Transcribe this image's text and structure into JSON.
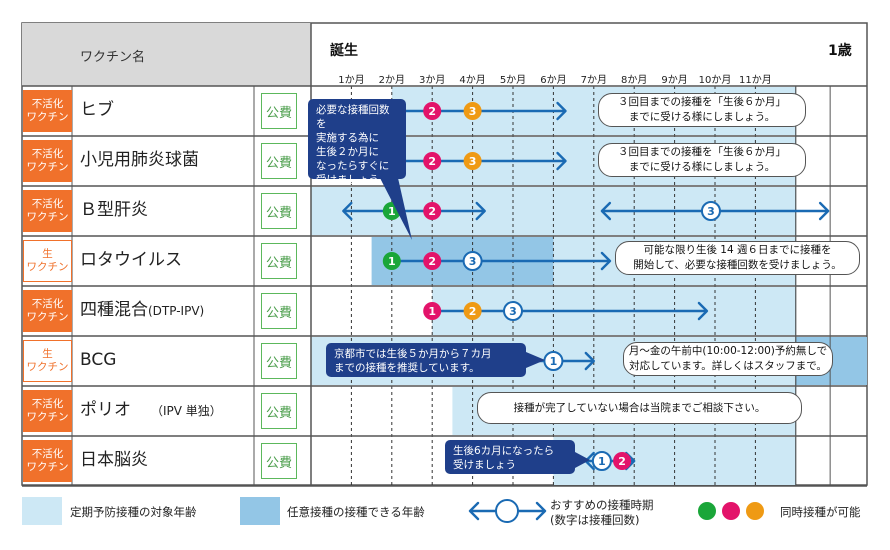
{
  "header": {
    "vaccine_col": "ワクチン名",
    "birth": "誕生",
    "one_year": "1歳",
    "months": [
      "1か月",
      "2か月",
      "3か月",
      "4か月",
      "5か月",
      "6か月",
      "7か月",
      "8か月",
      "9か月",
      "10か月",
      "11か月"
    ]
  },
  "rows": [
    {
      "type": "不活化\nワクチン",
      "name": "ヒブ",
      "sub": "",
      "pub": "公費"
    },
    {
      "type": "不活化\nワクチン",
      "name": "小児用肺炎球菌",
      "sub": "",
      "pub": "公費"
    },
    {
      "type": "不活化\nワクチン",
      "name": "Ｂ型肝炎",
      "sub": "",
      "pub": "公費"
    },
    {
      "type": "生\nワクチン",
      "name": "ロタウイルス",
      "sub": "",
      "pub": "公費"
    },
    {
      "type": "不活化\nワクチン",
      "name": "四種混合",
      "sub": "(DTP-IPV)",
      "pub": "公費"
    },
    {
      "type": "生\nワクチン",
      "name": "BCG",
      "sub": "",
      "pub": "公費"
    },
    {
      "type": "不活化\nワクチン",
      "name": "ポリオ",
      "sub": "（IPV 単独）",
      "pub": "公費"
    },
    {
      "type": "不活化\nワクチン",
      "name": "日本脳炎",
      "sub": "",
      "pub": "公費"
    }
  ],
  "notes": {
    "hib": "３回目までの接種を「生後６か月」\nまでに受ける様にしましょう。",
    "pneumo": "３回目までの接種を「生後６か月」\nまでに受ける様にしましょう。",
    "rota": "可能な限り生後 14 週６日までに接種を\n開始して、必要な接種回数を受けましょう。",
    "bcg": "月～金の午前中(10:00-12:00)予約無しで\n対応しています。詳しくはスタッフまで。",
    "polio": "接種が完了していない場合は当院までご相談下さい。"
  },
  "callouts": {
    "start": "必要な接種回数を\n実施する為に\n生後２か月に\nなったらすぐに\n受けましょう。",
    "bcg": "京都市では生後５か月から７カ月\nまでの接種を推奨しています。",
    "jenc": "生後6カ月になったら\n受けましょう"
  },
  "legend": {
    "regular": "定期予防接種の対象年齢",
    "optional": "任意接種の接種できる年齢",
    "recommended": "おすすめの接種時期\n(数字は接種回数)",
    "simultaneous": "同時接種が可能"
  },
  "colors": {
    "regular_bg": "#cde8f5",
    "optional_bg": "#93c6e6",
    "arrow": "#1a6ab3",
    "dose1": "#1aa639",
    "dose2": "#e3136a",
    "dose3": "#ef9a14",
    "inactivated": "#f0712b",
    "public": "#5cb85c",
    "callout": "#1f3f8a"
  },
  "timeline": [
    {
      "row": 0,
      "regular": [
        2,
        12
      ],
      "optional": [],
      "arrow": [
        [
          2,
          6.3
        ]
      ],
      "doses": [
        [
          2,
          1,
          "dose1"
        ],
        [
          3,
          2,
          "dose2"
        ],
        [
          4,
          3,
          "dose3"
        ]
      ]
    },
    {
      "row": 1,
      "regular": [
        2,
        12
      ],
      "optional": [],
      "arrow": [
        [
          2,
          6.3
        ]
      ],
      "doses": [
        [
          2,
          1,
          "dose1"
        ],
        [
          3,
          2,
          "dose2"
        ],
        [
          4,
          3,
          "dose3"
        ]
      ]
    },
    {
      "row": 2,
      "regular": [
        0,
        12
      ],
      "optional": [],
      "arrowBoth": [
        [
          0.8,
          4.3
        ],
        [
          7.2,
          12.8
        ]
      ],
      "doses": [
        [
          2,
          1,
          "dose1"
        ],
        [
          3,
          2,
          "dose2"
        ],
        [
          9.9,
          3,
          "outline"
        ]
      ]
    },
    {
      "row": 3,
      "regular": [
        6,
        12
      ],
      "optional": [
        1.5,
        6
      ],
      "arrow": [
        [
          2,
          7.4
        ]
      ],
      "doses": [
        [
          2,
          1,
          "dose1"
        ],
        [
          3,
          2,
          "dose2"
        ],
        [
          4,
          3,
          "outline"
        ]
      ]
    },
    {
      "row": 4,
      "regular": [
        3,
        12
      ],
      "optional": [],
      "arrow": [
        [
          3,
          9.8
        ]
      ],
      "doses": [
        [
          3,
          1,
          "dose2"
        ],
        [
          4,
          2,
          "dose3"
        ],
        [
          5,
          3,
          "outline"
        ]
      ]
    },
    {
      "row": 5,
      "regular": [
        0,
        12
      ],
      "optional": [],
      "optionalTail": [
        12,
        13
      ],
      "arrowBoth": [
        [
          5,
          7
        ]
      ],
      "doses": [
        [
          6,
          1,
          "outline"
        ]
      ]
    },
    {
      "row": 6,
      "regular": [
        3.5,
        12
      ],
      "optional": [],
      "doses": []
    },
    {
      "row": 7,
      "regular": [
        6,
        12
      ],
      "optional": [],
      "arrowBoth": [
        [
          6.8,
          8
        ]
      ],
      "doses": [
        [
          7.2,
          1,
          "outline"
        ],
        [
          7.7,
          2,
          "dose2"
        ]
      ]
    }
  ]
}
